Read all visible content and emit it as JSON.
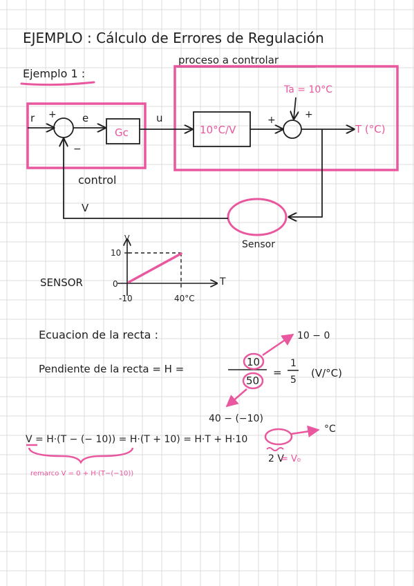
{
  "colors": {
    "paper": "#ffffff",
    "grid": "#dcdcdc",
    "ink": "#1f1f1f",
    "accent": "#e9579e"
  },
  "header": {
    "title": "EJEMPLO : Cálculo de Errores de Regulación",
    "subheading": "Ejemplo 1 :"
  },
  "block_diagram": {
    "process_label": "proceso a controlar",
    "signal_r": "r",
    "plus_1": "+",
    "minus_1": "−",
    "signal_e": "e",
    "controller": "Gc",
    "signal_u": "u",
    "plant_gain": "10°C/V",
    "plus_2": "+",
    "plus_3": "+",
    "disturbance": "Ta = 10°C",
    "output": "T (°C)",
    "control_label": "control",
    "feedback_signal": "V",
    "sensor_label": "Sensor"
  },
  "sensor_graph": {
    "caption": "SENSOR",
    "y_axis": "V",
    "x_axis": "T",
    "y_top": "10",
    "y_zero": "0",
    "x_left": "-10",
    "x_right": "40°C"
  },
  "equation": {
    "title": "Ecuacion de la recta :",
    "slope_text": "Pendiente de la recta = H =",
    "numerator": "10",
    "denominator": "50",
    "eq": "=",
    "result_num": "1",
    "result_den": "5",
    "units": "(V/°C)",
    "note_top": "10 − 0",
    "note_bottom": "40 − (−10)",
    "main_line": "V = H·(T − (− 10)) = H·(T + 10) = H·T + H·10",
    "degree_note": "°C",
    "v0_note_a": "2 V",
    "v0_note_b": "= V₀",
    "remark": "remarco V = 0 + H·(T−(−10))"
  }
}
